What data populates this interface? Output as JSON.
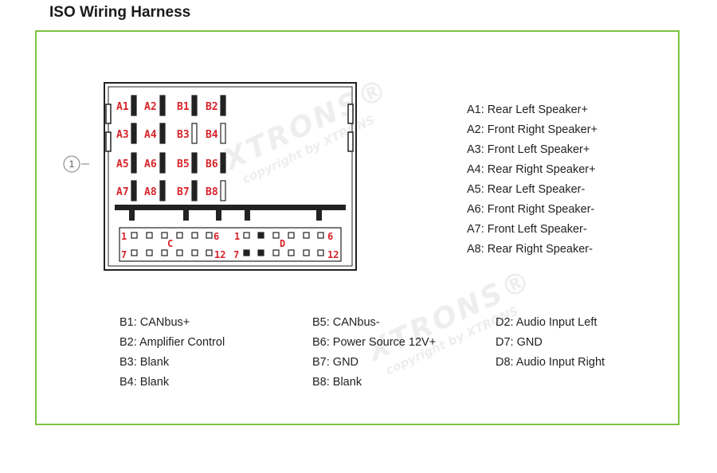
{
  "title": "ISO Wiring Harness",
  "watermark": {
    "brand": "XTRONS®",
    "copyright": "copyright by XTRONS"
  },
  "callout_number": "1",
  "connector": {
    "pins_row1": [
      {
        "label": "A1",
        "fill": "solid"
      },
      {
        "label": "A2",
        "fill": "solid"
      },
      {
        "label": "B1",
        "fill": "solid"
      },
      {
        "label": "B2",
        "fill": "solid"
      }
    ],
    "pins_row2": [
      {
        "label": "A3",
        "fill": "solid"
      },
      {
        "label": "A4",
        "fill": "solid"
      },
      {
        "label": "B3",
        "fill": "hollow"
      },
      {
        "label": "B4",
        "fill": "hollow"
      }
    ],
    "pins_row3": [
      {
        "label": "A5",
        "fill": "solid"
      },
      {
        "label": "A6",
        "fill": "solid"
      },
      {
        "label": "B5",
        "fill": "solid"
      },
      {
        "label": "B6",
        "fill": "solid"
      }
    ],
    "pins_row4": [
      {
        "label": "A7",
        "fill": "solid"
      },
      {
        "label": "A8",
        "fill": "solid"
      },
      {
        "label": "B7",
        "fill": "solid"
      },
      {
        "label": "B8",
        "fill": "hollow"
      }
    ],
    "block_c": {
      "name": "C",
      "top_start": "1",
      "top_end": "6",
      "bottom_start": "7",
      "bottom_end": "12",
      "top_fill": [
        "hollow",
        "hollow",
        "hollow",
        "hollow",
        "hollow",
        "hollow"
      ],
      "bottom_fill": [
        "hollow",
        "hollow",
        "hollow",
        "hollow",
        "hollow",
        "hollow"
      ]
    },
    "block_d": {
      "name": "D",
      "top_start": "1",
      "top_end": "6",
      "bottom_start": "7",
      "bottom_end": "12",
      "top_fill": [
        "hollow",
        "solid",
        "hollow",
        "hollow",
        "hollow",
        "hollow"
      ],
      "bottom_fill": [
        "solid",
        "solid",
        "hollow",
        "hollow",
        "hollow",
        "hollow"
      ]
    },
    "colors": {
      "label": "#d8232a",
      "outline": "#222222",
      "frame": "#7dc242"
    }
  },
  "legend_a": [
    "A1: Rear Left Speaker+",
    "A2: Front Right Speaker+",
    "A3: Front Left Speaker+",
    "A4: Rear Right Speaker+",
    "A5: Rear Left Speaker-",
    "A6: Front Right Speaker-",
    "A7: Front Left Speaker-",
    "A8: Rear Right Speaker-"
  ],
  "legend_b1": [
    "B1: CANbus+",
    "B2: Amplifier Control",
    "B3: Blank",
    "B4: Blank"
  ],
  "legend_b2": [
    "B5: CANbus-",
    "B6: Power Source 12V+",
    "B7: GND",
    "B8: Blank"
  ],
  "legend_d": [
    "D2: Audio Input Left",
    "D7: GND",
    "D8: Audio Input Right"
  ]
}
